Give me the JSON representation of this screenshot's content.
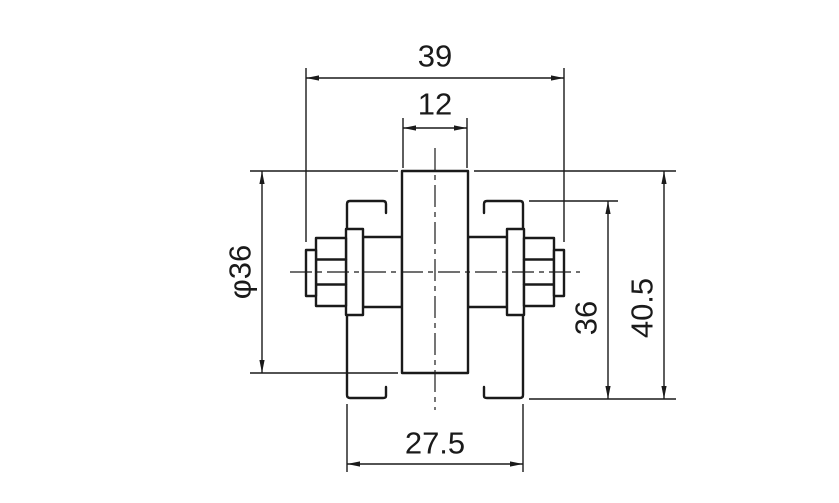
{
  "colors": {
    "line": "#1a1a1a",
    "background": "#ffffff"
  },
  "dimensions": {
    "overall_width": "39",
    "wheel_width": "12",
    "wheel_diameter": "φ36",
    "rail_height": "36",
    "overall_height": "40.5",
    "rail_width": "27.5"
  }
}
